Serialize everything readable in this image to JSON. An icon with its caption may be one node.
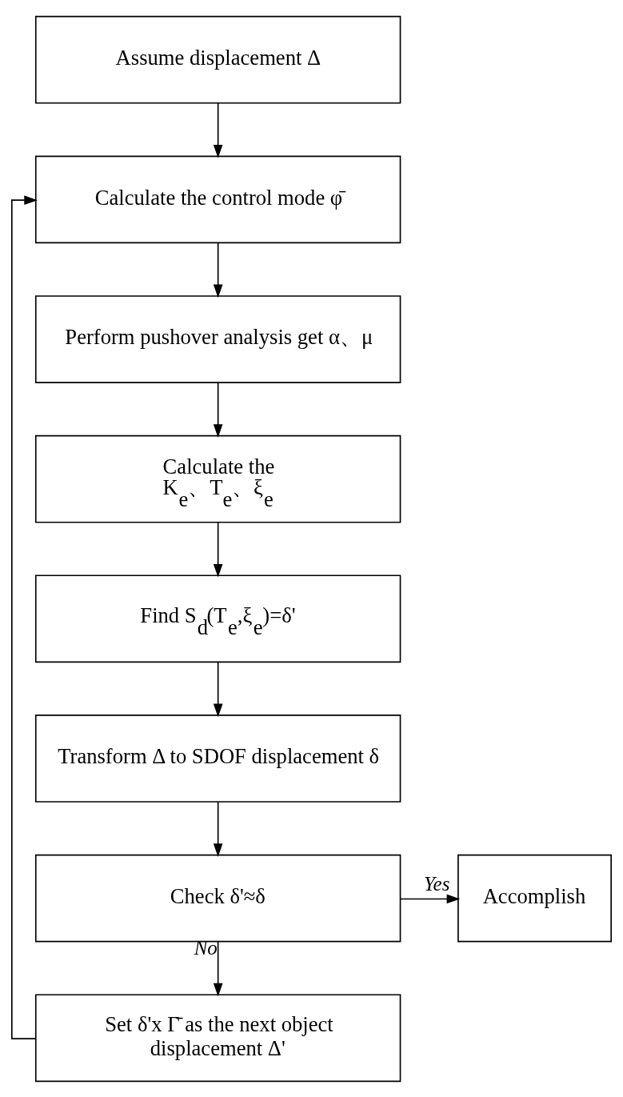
{
  "diagram": {
    "nodes": [
      {
        "text": [
          "Assume displacement Δ"
        ]
      },
      {
        "text": [
          "Calculate the control mode φ̄"
        ]
      },
      {
        "text": [
          "Perform pushover analysis get α、μ"
        ]
      },
      {
        "text": [
          "Calculate the K$_{e}$、T$_{e}$、ξ$_{e}$"
        ]
      },
      {
        "text": [
          "Find S$_{d}$(T$_{e}$,ξ$_{e}$)=δ'"
        ]
      },
      {
        "text": [
          "Transform Δ to SDOF displacement δ"
        ]
      },
      {
        "text": [
          "Check δ'≈δ"
        ]
      },
      {
        "text": [
          "Accomplish"
        ]
      },
      {
        "text": [
          "Set δ'x Γ̄ as the next object displacement Δ'"
        ]
      }
    ],
    "edges": [
      {
        "from": 0,
        "to": 1,
        "arrow": "to"
      },
      {
        "from": 1,
        "to": 2,
        "arrow": "to"
      },
      {
        "from": 2,
        "to": 3,
        "arrow": "to"
      },
      {
        "from": 3,
        "to": 4,
        "arrow": "to"
      },
      {
        "from": 4,
        "to": 5,
        "arrow": "to"
      },
      {
        "from": 5,
        "to": 6,
        "arrow": "to"
      },
      {
        "from": 6,
        "to": 7,
        "arrow": "to",
        "label": "Yes"
      },
      {
        "from": 6,
        "to": 8,
        "arrow": "to",
        "label": "No"
      },
      {
        "from": 8,
        "to": 1,
        "arrow": "to"
      }
    ]
  }
}
